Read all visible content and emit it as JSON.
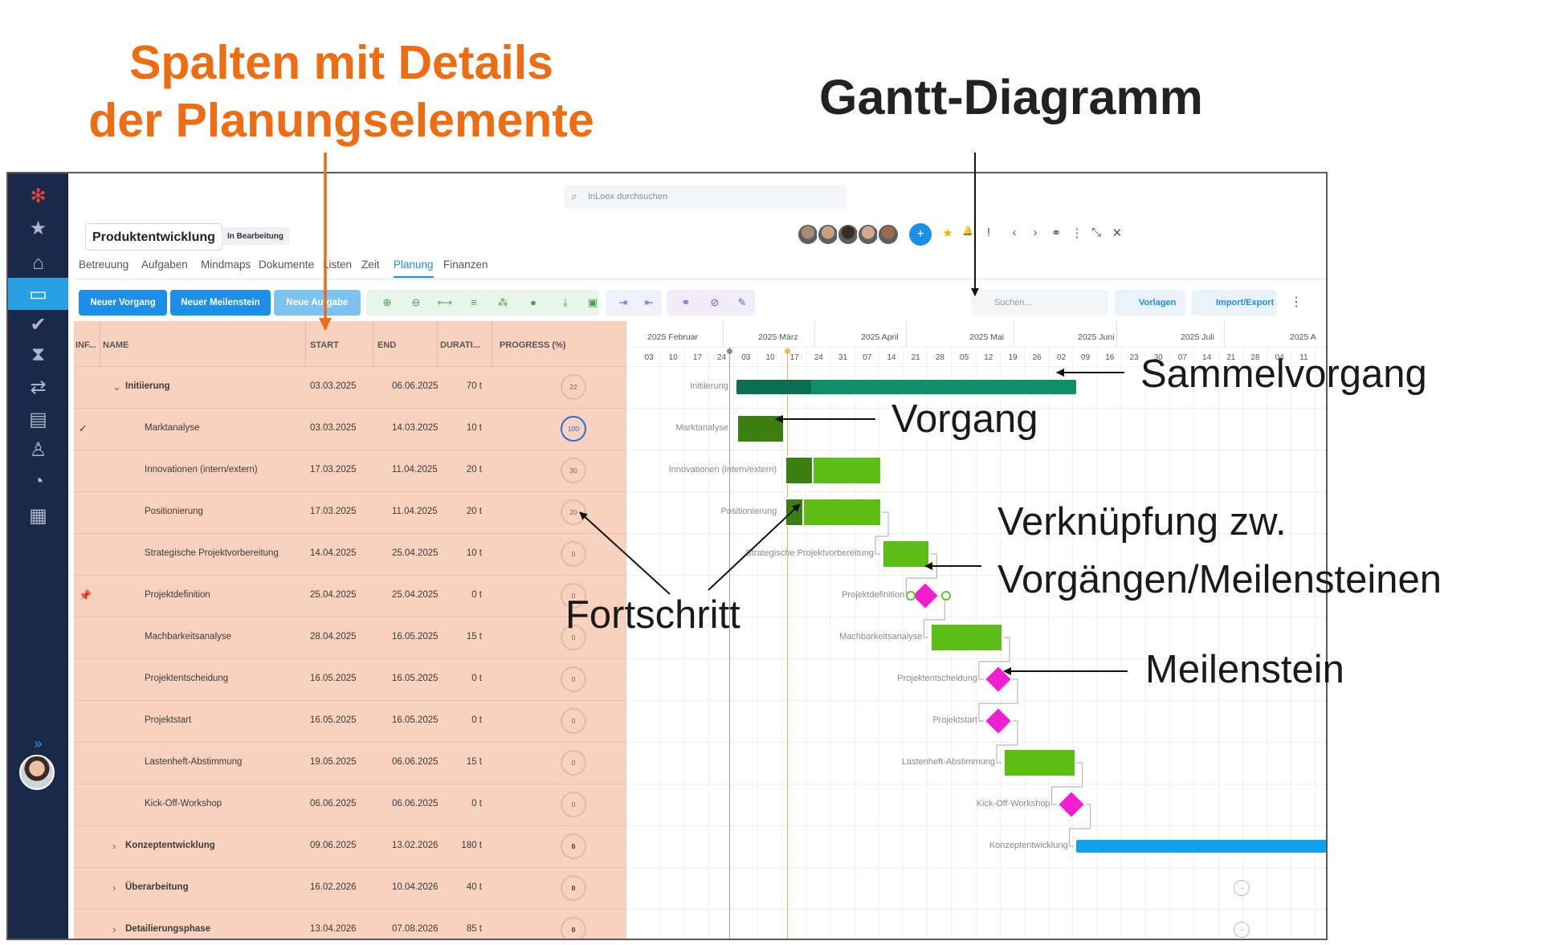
{
  "headline_left": {
    "line1": "Spalten mit Details",
    "line2": "der Planungselemente"
  },
  "headline_right": "Gantt-Diagramm",
  "annotations": {
    "sammelvorgang": "Sammelvorgang",
    "vorgang": "Vorgang",
    "verknuepfung1": "Verknüpfung zw.",
    "verknuepfung2": "Vorgängen/Meilensteinen",
    "fortschritt": "Fortschritt",
    "meilenstein": "Meilenstein"
  },
  "colors": {
    "accent": "#1d8fe6",
    "rail": "#19294a",
    "columns_highlight": "#f9d2bf",
    "headline_orange": "#ee6c12",
    "summary_bar": "#0d8f6a",
    "task_bar": "#5cbd14",
    "task_done": "#3a7f10",
    "milestone": "#f01fd0",
    "future_summary": "#14a0ea"
  },
  "app": {
    "search_placeholder": "InLoox durchsuchen",
    "project_title": "Produktentwicklung",
    "status": "In Bearbeitung",
    "tabs": [
      "Betreuung",
      "Aufgaben",
      "Mindmaps",
      "Dokumente",
      "Listen",
      "Zeit",
      "Planung",
      "Finanzen"
    ],
    "active_tab": "Planung",
    "buttons": {
      "new_task": "Neuer Vorgang",
      "new_milestone": "Neuer Meilenstein",
      "new_todo": "Neue Aufgabe"
    },
    "gantt_search": "Suchen...",
    "templates": "Vorlagen",
    "import_export": "Import/Export",
    "rail_icons": [
      "logo-icon",
      "star-icon",
      "home-icon",
      "projects-icon",
      "check-icon",
      "hourglass-icon",
      "transfer-icon",
      "contacts-icon",
      "user-icon",
      "chart-icon",
      "document-icon"
    ],
    "expand_glyph": "»"
  },
  "columns": {
    "headers": [
      "INF...",
      "NAME",
      "START",
      "END",
      "DURATI...",
      "PROGRESS (%)"
    ]
  },
  "rows": [
    {
      "info": "",
      "name": "Initiierung",
      "summary": true,
      "expand": "⌄",
      "start": "03.03.2025",
      "end": "06.06.2025",
      "duration": "70 t",
      "progress": "22"
    },
    {
      "info": "✓",
      "name": "Marktanalyse",
      "summary": false,
      "expand": "",
      "start": "03.03.2025",
      "end": "14.03.2025",
      "duration": "10 t",
      "progress": "100"
    },
    {
      "info": "",
      "name": "Innovationen (intern/extern)",
      "summary": false,
      "expand": "",
      "start": "17.03.2025",
      "end": "11.04.2025",
      "duration": "20 t",
      "progress": "30"
    },
    {
      "info": "",
      "name": "Positionierung",
      "summary": false,
      "expand": "",
      "start": "17.03.2025",
      "end": "11.04.2025",
      "duration": "20 t",
      "progress": "20"
    },
    {
      "info": "",
      "name": "Strategische Projektvorbereitung",
      "summary": false,
      "expand": "",
      "start": "14.04.2025",
      "end": "25.04.2025",
      "duration": "10 t",
      "progress": "0"
    },
    {
      "info": "📌",
      "name": "Projektdefinition",
      "summary": false,
      "expand": "",
      "start": "25.04.2025",
      "end": "25.04.2025",
      "duration": "0 t",
      "progress": "0"
    },
    {
      "info": "",
      "name": "Machbarkeitsanalyse",
      "summary": false,
      "expand": "",
      "start": "28.04.2025",
      "end": "16.05.2025",
      "duration": "15 t",
      "progress": "0"
    },
    {
      "info": "",
      "name": "Projektentscheidung",
      "summary": false,
      "expand": "",
      "start": "16.05.2025",
      "end": "16.05.2025",
      "duration": "0 t",
      "progress": "0"
    },
    {
      "info": "",
      "name": "Projektstart",
      "summary": false,
      "expand": "",
      "start": "16.05.2025",
      "end": "16.05.2025",
      "duration": "0 t",
      "progress": "0"
    },
    {
      "info": "",
      "name": "Lastenheft-Abstimmung",
      "summary": false,
      "expand": "",
      "start": "19.05.2025",
      "end": "06.06.2025",
      "duration": "15 t",
      "progress": "0"
    },
    {
      "info": "",
      "name": "Kick-Off-Workshop",
      "summary": false,
      "expand": "",
      "start": "06.06.2025",
      "end": "06.06.2025",
      "duration": "0 t",
      "progress": "0"
    },
    {
      "info": "",
      "name": "Konzeptentwicklung",
      "summary": true,
      "expand": "›",
      "start": "09.06.2025",
      "end": "13.02.2026",
      "duration": "180 t",
      "progress": "0"
    },
    {
      "info": "",
      "name": "Überarbeitung",
      "summary": true,
      "expand": "›",
      "start": "16.02.2026",
      "end": "10.04.2026",
      "duration": "40 t",
      "progress": "0"
    },
    {
      "info": "",
      "name": "Detailierungsphase",
      "summary": true,
      "expand": "›",
      "start": "13.04.2026",
      "end": "07.08.2026",
      "duration": "85 t",
      "progress": "0"
    }
  ],
  "timeline": {
    "months": [
      "2025 Februar",
      "2025 März",
      "2025 April",
      "2025 Mai",
      "2025 Juni",
      "2025 Juli",
      "2025 A"
    ],
    "weeks": [
      "03",
      "10",
      "17",
      "24",
      "03",
      "10",
      "17",
      "24",
      "31",
      "07",
      "14",
      "21",
      "28",
      "05",
      "12",
      "19",
      "26",
      "02",
      "09",
      "16",
      "23",
      "30",
      "07",
      "14",
      "21",
      "28",
      "04",
      "11"
    ]
  }
}
